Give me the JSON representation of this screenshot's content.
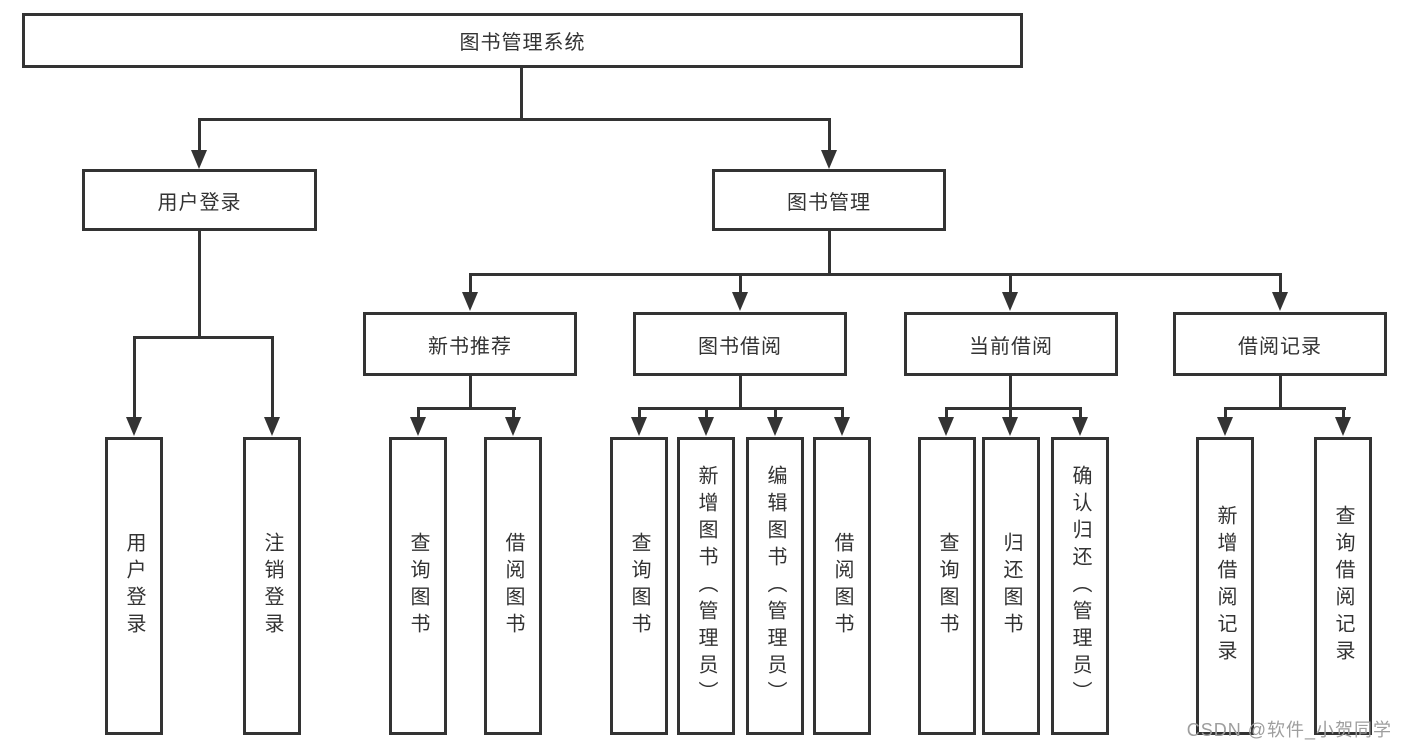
{
  "diagram": {
    "root": {
      "label": "图书管理系统"
    },
    "children": [
      {
        "label": "用户登录",
        "children": [
          {
            "label": "用户登录"
          },
          {
            "label": "注销登录"
          }
        ]
      },
      {
        "label": "图书管理",
        "children": [
          {
            "label": "新书推荐",
            "children": [
              {
                "label": "查询图书"
              },
              {
                "label": "借阅图书"
              }
            ]
          },
          {
            "label": "图书借阅",
            "children": [
              {
                "label": "查询图书"
              },
              {
                "label": "新增图书（管理员）"
              },
              {
                "label": "编辑图书（管理员）"
              },
              {
                "label": "借阅图书"
              }
            ]
          },
          {
            "label": "当前借阅",
            "children": [
              {
                "label": "查询图书"
              },
              {
                "label": "归还图书"
              },
              {
                "label": "确认归还（管理员）"
              }
            ]
          },
          {
            "label": "借阅记录",
            "children": [
              {
                "label": "新增借阅记录"
              },
              {
                "label": "查询借阅记录"
              }
            ]
          }
        ]
      }
    ]
  },
  "watermark": {
    "text": "CSDN @软件_小贺同学"
  },
  "colors": {
    "line": "#333333",
    "text": "#333333",
    "background": "#ffffff",
    "watermark": "#9e9e9e"
  }
}
